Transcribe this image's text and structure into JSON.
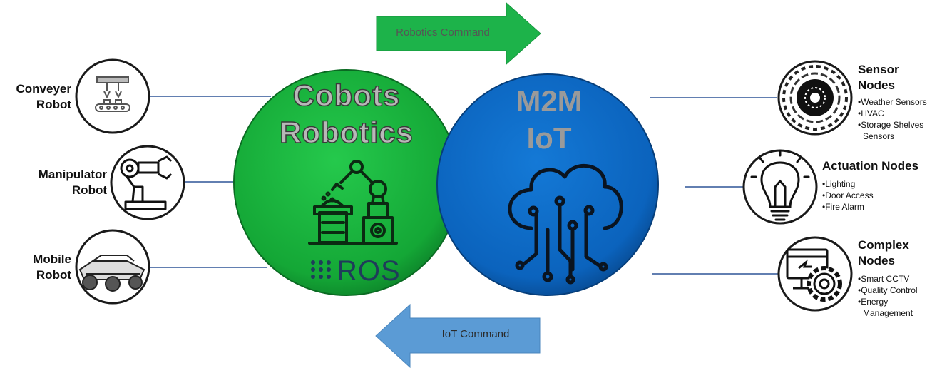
{
  "arrows": {
    "top": {
      "label": "Robotics Command",
      "color": "#1fb24a"
    },
    "bottom": {
      "label": "IoT Command",
      "color": "#5b9bd5"
    }
  },
  "left_circle": {
    "title_line1": "Cobots",
    "title_line2": "Robotics",
    "logo_text": "ROS",
    "color": "#16b23b"
  },
  "right_circle": {
    "title_line1": "M2M",
    "title_line2": "IoT",
    "color": "#0a66c2"
  },
  "robots": [
    {
      "label_line1": "Conveyer",
      "label_line2": "Robot",
      "icon": "conveyor-robot-icon"
    },
    {
      "label_line1": "Manipulator",
      "label_line2": "Robot",
      "icon": "robot-arm-icon"
    },
    {
      "label_line1": "Mobile",
      "label_line2": "Robot",
      "icon": "mobile-robot-icon"
    }
  ],
  "nodes": [
    {
      "title_line1": "Sensor",
      "title_line2": "Nodes",
      "icon": "sensor-icon",
      "items": [
        "Weather Sensors",
        "HVAC",
        "Storage Shelves Sensors"
      ]
    },
    {
      "title_line1": "Actuation Nodes",
      "title_line2": "",
      "icon": "lightbulb-icon",
      "items": [
        "Lighting",
        "Door Access",
        "Fire Alarm"
      ]
    },
    {
      "title_line1": "Complex",
      "title_line2": "Nodes",
      "icon": "gear-monitor-icon",
      "items": [
        "Smart CCTV",
        "Quality Control",
        "Energy Management"
      ]
    }
  ]
}
